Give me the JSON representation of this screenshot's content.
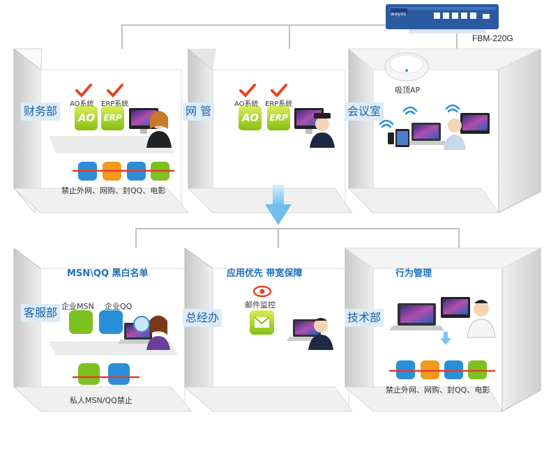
{
  "device": {
    "model": "FBM-220G",
    "brand": "wayos"
  },
  "ap": {
    "label": "吸顶AP"
  },
  "top_rooms": [
    {
      "name": "财务部",
      "systems": [
        "AO系统",
        "ERP系统"
      ],
      "app_tiles": [
        "AO",
        "ERP"
      ],
      "ban_text": "禁止外网、网购、封QQ、电影"
    },
    {
      "name": "网 管",
      "systems": [
        "AO系统",
        "ERP系统"
      ],
      "app_tiles": [
        "AO",
        "ERP"
      ]
    },
    {
      "name": "会议室"
    }
  ],
  "bottom_rooms": [
    {
      "name": "客服部",
      "feature": "MSN\\QQ 黑白名单",
      "apps": [
        "企业MSN",
        "企业QQ"
      ],
      "ban_text": "私人MSN/QQ禁止"
    },
    {
      "name": "总经办",
      "feature": "应用优先 带宽保障",
      "apps": [
        "邮件监控"
      ]
    },
    {
      "name": "技术部",
      "feature": "行为管理",
      "ban_text": "禁止外网、网购、封QQ、电影"
    }
  ],
  "colors": {
    "blue_icon": "#2a8fd8",
    "orange_icon": "#f29b1f",
    "green_icon": "#7cc11f",
    "ban_line": "#e63a2a",
    "ban_line_alt": "#f0a020",
    "label_bg": "#dcecf7",
    "label_text": "#1b5fa8",
    "check": "#e8431f",
    "arrow": "#7cc3f0"
  }
}
